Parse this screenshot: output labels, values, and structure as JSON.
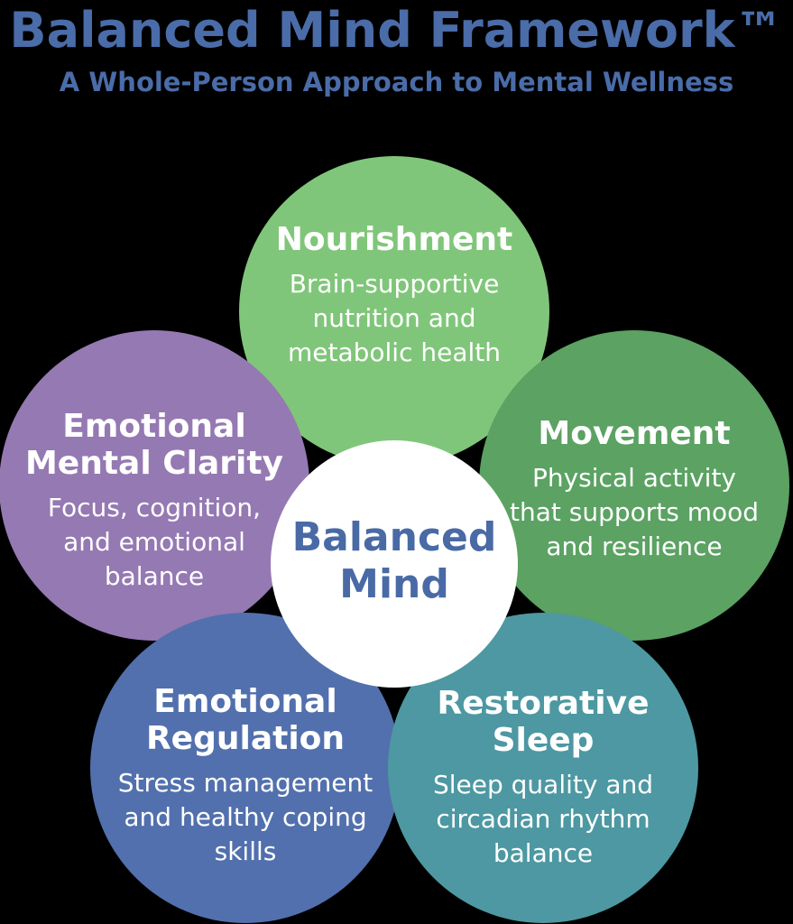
{
  "page": {
    "background": "#000000"
  },
  "header": {
    "title": "Balanced Mind Framework™",
    "subtitle": "A Whole-Person Approach to Mental Wellness",
    "text_color": "#4a6ca8"
  },
  "center_circle": {
    "label_lines": [
      "Balanced",
      "Mind"
    ],
    "background": "#ffffff",
    "text_color": "#4a6aa6"
  },
  "petals": [
    {
      "name": "nourishment",
      "title_lines": [
        "Nourishment"
      ],
      "description_lines": [
        "Brain-supportive",
        "nutrition and",
        "metabolic health"
      ],
      "color": "#80c67a",
      "text_color": "#ffffff"
    },
    {
      "name": "movement",
      "title_lines": [
        "Movement"
      ],
      "description_lines": [
        "Physical activity",
        "that supports mood",
        "and resilience"
      ],
      "color": "#5ba263",
      "text_color": "#ffffff"
    },
    {
      "name": "emotional-mental-clarity",
      "title_lines": [
        "Emotional",
        "Mental Clarity"
      ],
      "description_lines": [
        "Focus, cognition,",
        "and emotional",
        "balance"
      ],
      "color": "#9579b2",
      "text_color": "#ffffff"
    },
    {
      "name": "emotional-regulation",
      "title_lines": [
        "Emotional",
        "Regulation"
      ],
      "description_lines": [
        "Stress management",
        "and healthy coping",
        "skills"
      ],
      "color": "#5270ad",
      "text_color": "#ffffff"
    },
    {
      "name": "restorative-sleep",
      "title_lines": [
        "Restorative",
        "Sleep"
      ],
      "description_lines": [
        "Sleep quality and",
        "circadian rhythm",
        "balance"
      ],
      "color": "#4d98a2",
      "text_color": "#ffffff"
    }
  ]
}
